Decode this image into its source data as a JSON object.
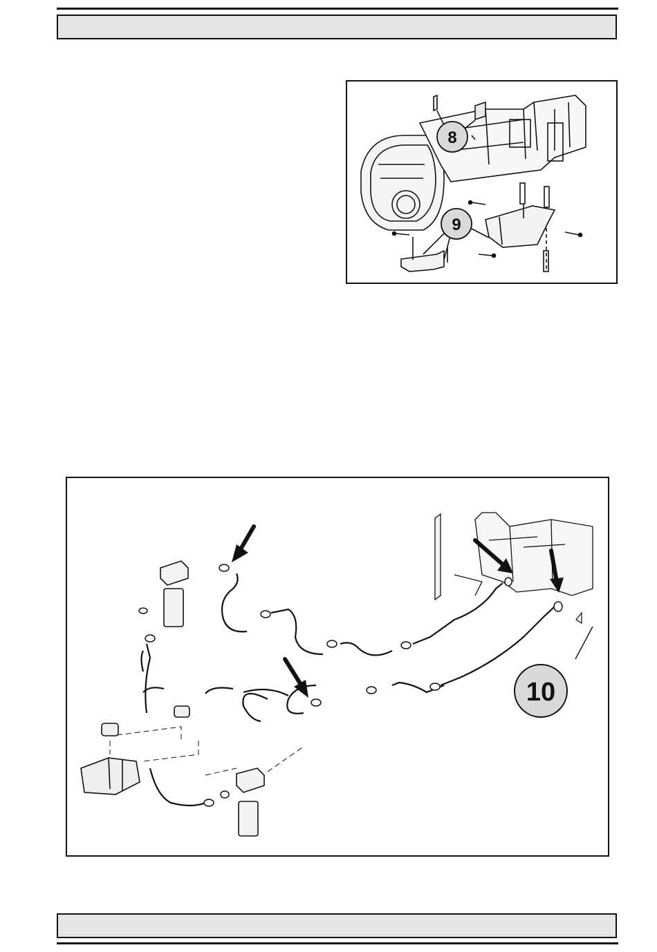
{
  "header": {
    "title": ""
  },
  "footer": {
    "title": ""
  },
  "figure_top": {
    "callouts": [
      {
        "label": "8"
      },
      {
        "label": "9"
      }
    ]
  },
  "figure_bottom": {
    "callouts": [
      {
        "label": "10"
      }
    ]
  }
}
